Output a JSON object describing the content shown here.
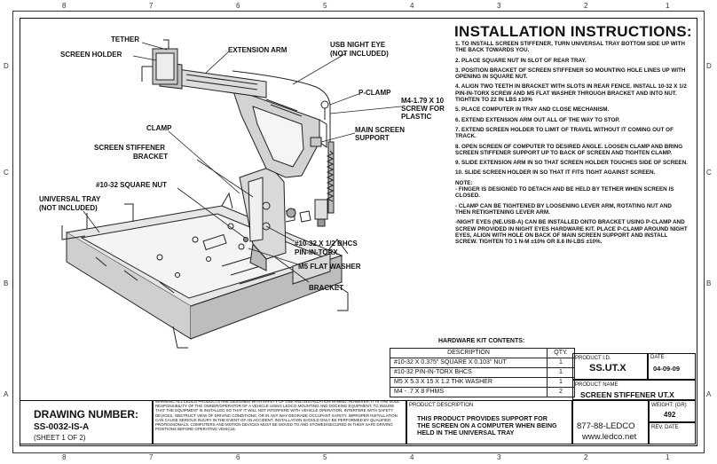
{
  "zones": {
    "top": [
      "8",
      "7",
      "6",
      "5",
      "4",
      "3",
      "2",
      "1"
    ],
    "bottom": [
      "8",
      "7",
      "6",
      "5",
      "4",
      "3",
      "2",
      "1"
    ],
    "left": [
      "D",
      "C",
      "B",
      "A"
    ],
    "right": [
      "D",
      "C",
      "B",
      "A"
    ]
  },
  "instructions": {
    "title": "INSTALLATION INSTRUCTIONS:",
    "steps": [
      "1.  TO INSTALL SCREEN STIFFENER, TURN UNIVERSAL TRAY BOTTOM SIDE UP WITH THE BACK TOWARDS YOU.",
      "2.  PLACE SQUARE NUT IN SLOT OF REAR TRAY.",
      "3.  POSITION BRACKET OF SCREEN STIFFENER SO MOUNTING HOLE LINES UP WITH OPENING IN SQUARE NUT.",
      "4.  ALIGN TWO TEETH IN BRACKET WITH SLOTS IN REAR FENCE. INSTALL 10-32 X 1/2 PIN-IN-TORX SCREW AND M5 FLAT WASHER THROUGH BRACKET AND INTO NUT. TIGHTEN TO 22 IN LBS ±10%",
      "5.  PLACE COMPUTER IN TRAY AND CLOSE MECHANISM.",
      "6.  EXTEND EXTENSION ARM OUT ALL OF THE WAY TO STOP.",
      "7.  EXTEND SCREEN HOLDER TO LIMIT OF TRAVEL WITHOUT IT COMING OUT OF TRACK.",
      "8.  OPEN SCREEN OF COMPUTER TO DESIRED ANGLE. LOOSEN CLAMP AND BRING SCREEN STIFFENER SUPPORT UP TO BACK OF SCREEN AND TIGHTEN CLAMP.",
      "9.  SLIDE EXTENSION ARM IN SO THAT SCREEN HOLDER TOUCHES SIDE OF SCREEN.",
      "10. SLIDE SCREEN HOLDER IN SO THAT IT FITS TIGHT AGAINST SCREEN."
    ],
    "notes": [
      "NOTE:",
      "- FINGER IS DESIGNED TO DETACH AND BE HELD BY TETHER WHEN SCREEN IS CLOSED.",
      "- CLAMP CAN BE TIGHTENED BY LOOSENING LEVER ARM, ROTATING NUT AND THEN RETIGHTENING LEVER ARM.",
      "-NIGHT EYES (NE.USB-A) CAN BE INSTALLED ONTO BRACKET USING P-CLAMP AND SCREW PROVIDED IN NIGHT EYES HARDWARE KIT. PLACE P-CLAMP AROUND NIGHT EYES, ALIGN WITH HOLE ON BACK OF MAIN SCREEN SUPPORT AND INSTALL SCREW. TIGHTEN TO 1 N-M  ±10% OR 8.8 IN-LBS  ±10%."
    ]
  },
  "callouts": {
    "tether": "TETHER",
    "screen_holder": "SCREEN HOLDER",
    "extension_arm": "EXTENSION ARM",
    "usb_night_eye": "USB NIGHT EYE",
    "not_included_1": "(NOT INCLUDED)",
    "p_clamp": "P-CLAMP",
    "m4_screw_1": "M4-1.79 X 10",
    "m4_screw_2": "SCREW FOR",
    "m4_screw_3": "PLASTIC",
    "main_screen_1": "MAIN SCREEN",
    "main_screen_2": "SUPPORT",
    "clamp": "CLAMP",
    "screen_stiffener_1": "SCREEN STIFFENER",
    "screen_stiffener_2": "BRACKET",
    "square_nut": "#10-32 SQUARE NUT",
    "universal_tray_1": "UNIVERSAL TRAY",
    "universal_tray_2": "(NOT INCLUDED)",
    "bhcs_1": "#10-32 X 1/2 BHCS",
    "bhcs_2": "PIN-IN-TORX",
    "washer": "M5 FLAT WASHER",
    "bracket": "BRACKET"
  },
  "hardware_kit": {
    "title": "HARDWARE KIT CONTENTS:",
    "headers": [
      "DESCRIPTION",
      "QTY."
    ],
    "rows": [
      [
        "#10-32 X 0.375\" SQUARE X 0.103\" NUT",
        "1"
      ],
      [
        "#10-32 PIN-IN-TORX BHCS",
        "1"
      ],
      [
        "M5 X 5.3 X 15 X 1.2 THK WASHER",
        "1"
      ],
      [
        "M4 - .7 X 8 FHMS",
        "2"
      ]
    ]
  },
  "title_block": {
    "product_id_label": "PRODUCT I.D.",
    "product_id": "SS.UT.X",
    "date_label": "DATE",
    "date": "04-09-09",
    "product_name_label": "PRODUCT NAME",
    "product_name": "SCREEN STIFFENER UT.X",
    "drawing_number_label": "DRAWING NUMBER:",
    "drawing_number": "SS-0032-IS-A",
    "sheet": "(SHEET 1 OF 2)",
    "warning": "WARNING:  ALL LEDCO PRODUCTS ARE DESIGNED WITH SAFETY OF USE AND INSTALLATION IN MIND.  HOWEVER, IT IS THE SOLE RESPONSIBILITY OF THE OWNER/OPERATOR OF A VEHICLE USING LEDCO MOUNTING AND DOCKING EQUIPMENT, TO INSURE THAT THE EQUIPMENT IS INSTALLED SO THAT IT WILL NOT INTERFERE WITH VEHICLE OPERATION, INTERFERE WITH SAFETY DEVICES, OBSTRUCT VIEW OF DRIVING CONDITIONS, OR IN ANY WAY DEGRADE OCCUPANT SAFETY.  IMPROPER INSTALLATION CAN CAUSE SERIOUS INJURY IN THE EVENT OF AN ACCIDENT.  INSTALLATION SHOULD ONLY BE PERFORMED BY QUALIFIED PROFESSIONALS.  COMPUTERS AND MOTION DEVICES MUST BE MOVED TO AND STOWED/SECURED IN THEIR SAFE DRIVING POSITIONS BEFORE OPERATING VEHICLE.",
    "description_label": "PRODUCT DESCRIPTION",
    "description": "THIS PRODUCT PROVIDES SUPPORT FOR THE SCREEN ON A COMPUTER WHEN BEING HELD IN THE UNIVERSAL TRAY",
    "phone": "877-88-LEDCO",
    "website": "www.ledco.net",
    "weight_label": "WEIGHT: (GR)",
    "weight": "492",
    "rev_date_label": "REV. DATE"
  }
}
